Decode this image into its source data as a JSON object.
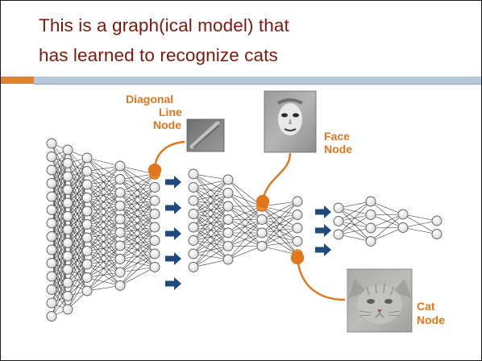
{
  "slide": {
    "title_lines": [
      "This is a graph(ical model) that",
      "has learned to recognize cats"
    ]
  },
  "figure": {
    "diagonal_label": [
      "Diagonal",
      "Line",
      "Node"
    ],
    "face_label": [
      "Face",
      "Node"
    ],
    "cat_label": [
      "Cat",
      "Node"
    ]
  },
  "colors": {
    "title": "#7a1b10",
    "orange_accent": "#e0832f",
    "blue_bar": "#b6c7d9",
    "arrow": "#1f4a7e",
    "highlight_node": "#f08a1c"
  }
}
